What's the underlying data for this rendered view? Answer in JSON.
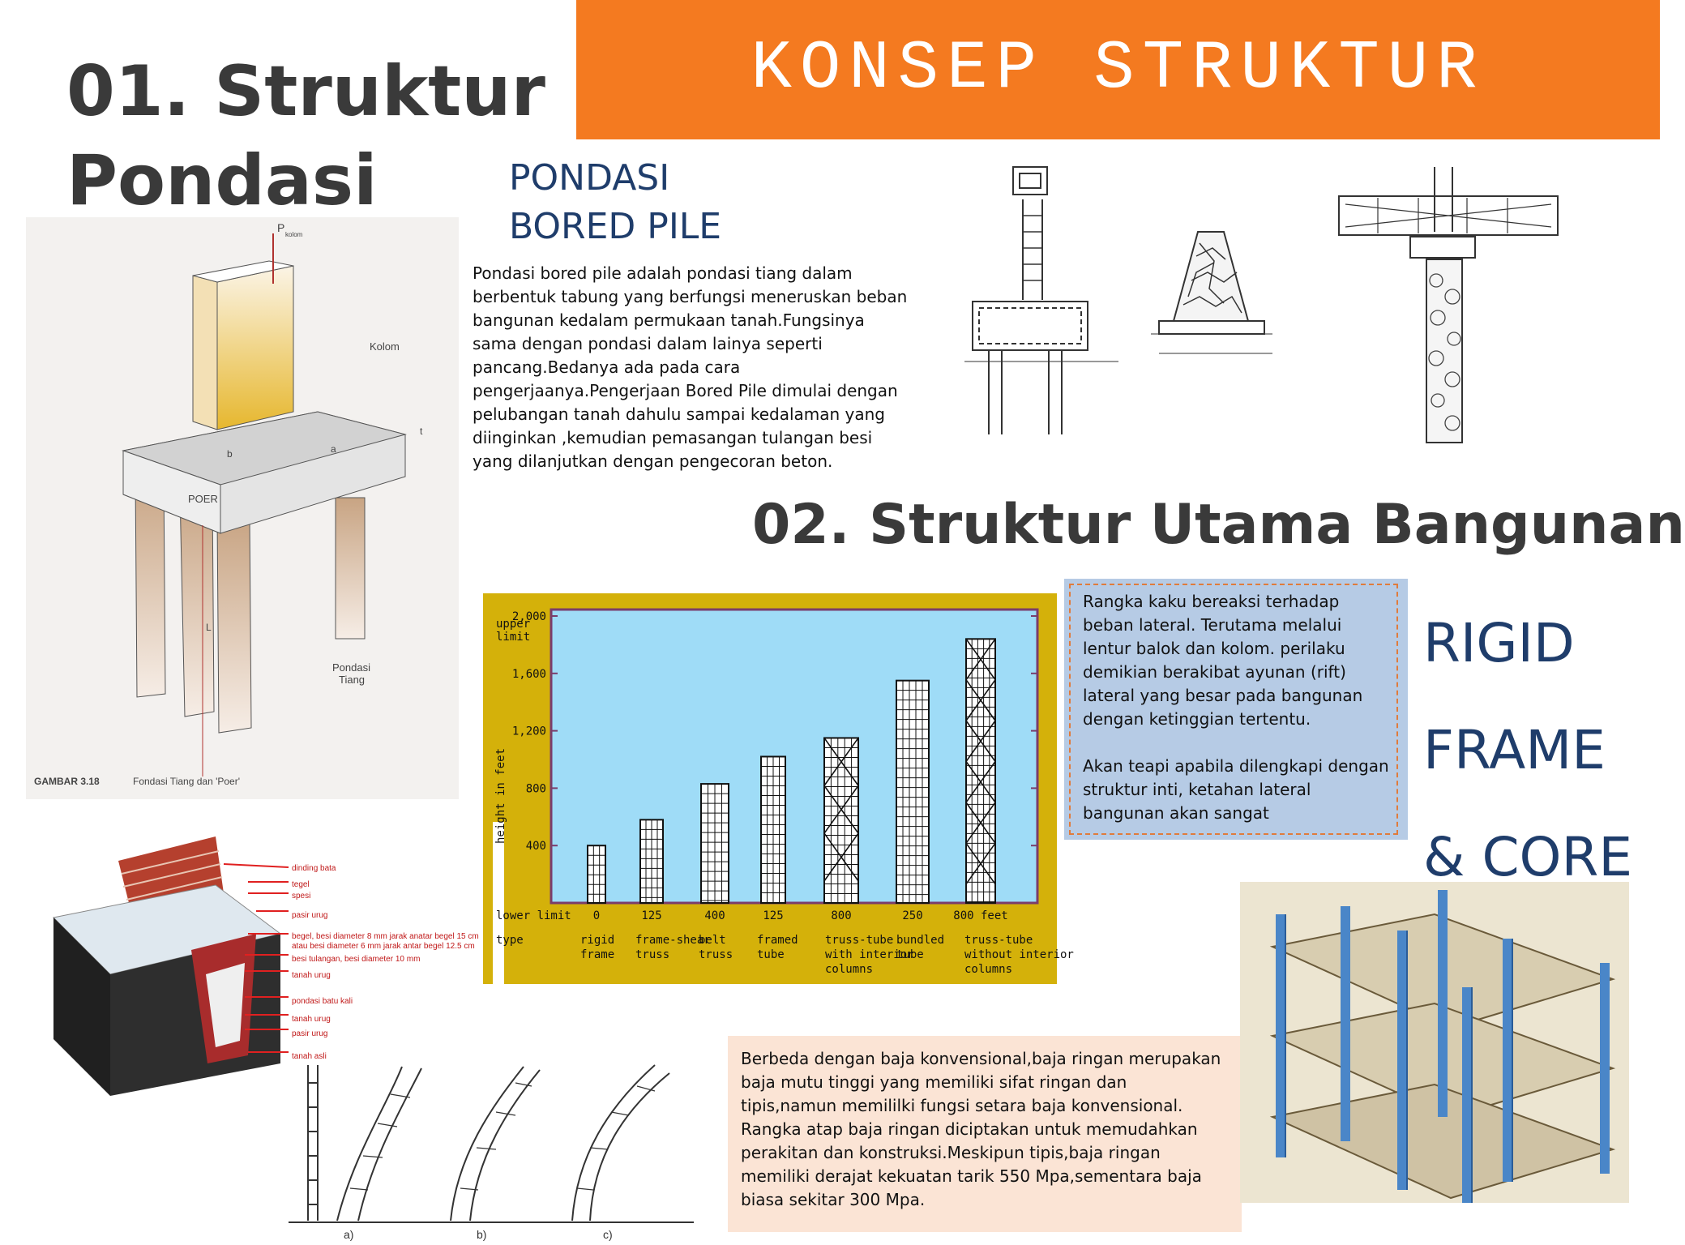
{
  "banner": {
    "title": "KONSEP STRUKTUR",
    "color": "#f47a20"
  },
  "section1": {
    "title_line1": "01. Struktur",
    "title_line2": "Pondasi",
    "subtitle_line1": "PONDASI",
    "subtitle_line2": "BORED PILE",
    "paragraph": "Pondasi bored pile adalah pondasi tiang dalam berbentuk tabung yang berfungsi meneruskan beban bangunan kedalam permukaan tanah.Fungsinya sama dengan pondasi dalam lainya seperti pancang.Bedanya ada pada cara pengerjaanya.Pengerjaan Bored Pile dimulai dengan pelubangan tanah dahulu sampai kedalaman yang diinginkan ,kemudian pemasangan tulangan besi yang dilanjutkan dengan pengecoran beton."
  },
  "pile_figure": {
    "p_label": "P",
    "p_sub": "kolom",
    "kolom": "Kolom",
    "poer": "POER",
    "dim_b": "b",
    "dim_a": "a",
    "dim_t": "t",
    "dim_l": "L",
    "pondasi_tiang": "Pondasi\nTiang",
    "caption_num": "GAMBAR 3.18",
    "caption": "Fondasi Tiang dan 'Poer'"
  },
  "wall_figure": {
    "labels": [
      "dinding bata",
      "tegel",
      "spesi",
      "pasir urug",
      "begel, besi diameter 8 mm jarak anatar begel 15 cm",
      "atau besi diameter 6 mm jarak antar begel 12.5 cm",
      "besi tulangan, besi diameter 10 mm",
      "tanah urug",
      "pondasi batu kali",
      "tanah urug",
      "pasir urug",
      "tanah asli"
    ]
  },
  "sway_figure": {
    "labels": [
      "a)",
      "b)",
      "c)"
    ]
  },
  "section2": {
    "title": "02. Struktur Utama Bangunan",
    "rigid_box": {
      "para1": "Rangka kaku bereaksi terhadap beban lateral. Terutama melalui lentur balok dan kolom. perilaku demikian berakibat ayunan (rift) lateral yang besar pada bangunan dengan ketinggian tertentu.",
      "para2": "Akan teapi apabila dilengkapi dengan struktur inti, ketahan lateral bangunan akan sangat"
    },
    "side_heading": {
      "line1": "RIGID",
      "line2": "FRAME",
      "line3": "& CORE"
    },
    "steel_box": {
      "para1": "Berbeda dengan baja konvensional,baja ringan merupakan baja mutu tinggi yang memiliki sifat ringan dan tipis,namun memililki fungsi setara baja konvensional.",
      "para2": "Rangka atap baja ringan diciptakan untuk memudahkan perakitan dan konstruksi.Meskipun tipis,baja ringan memiliki derajat kekuatan tarik 550 Mpa,sementara baja biasa sekitar 300 Mpa."
    }
  },
  "chart_data": {
    "type": "bar",
    "ylabel": "height in feet",
    "upper_label": "upper\nlimit",
    "lower_row_label": "lower limit",
    "type_row_label": "type",
    "yticks": [
      400,
      800,
      1200,
      1600,
      2000
    ],
    "ytick_labels": [
      "400",
      "800",
      "1,200",
      "1,600",
      "2,000"
    ],
    "ylim": [
      0,
      2000
    ],
    "lower_limits": [
      "0",
      "125",
      "400",
      "125",
      "800",
      "250",
      "800 feet"
    ],
    "categories": [
      "rigid\nframe",
      "frame-shear\ntruss",
      "belt\ntruss",
      "framed\ntube",
      "truss-tube\nwith interior\ncolumns",
      "bundled\ntube",
      "truss-tube\nwithout interior\ncolumns"
    ],
    "values": [
      400,
      580,
      830,
      1020,
      1150,
      1550,
      1840
    ],
    "colors": {
      "frame": "#d4b10a",
      "plot_bg": "#9fdcf7",
      "border": "#7a3d6b"
    }
  }
}
